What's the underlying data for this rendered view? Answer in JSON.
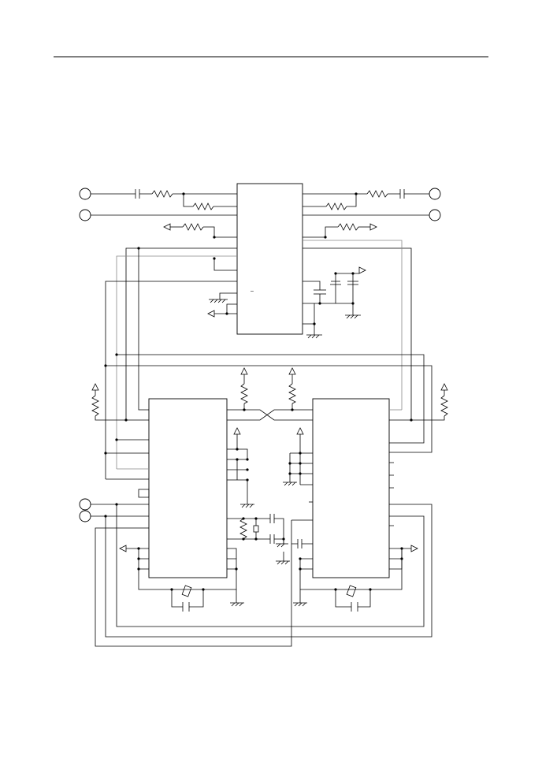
{
  "page": {
    "background": "#ffffff",
    "line_color": "#000000",
    "secondary_line_color": "#888888"
  },
  "diagram": {
    "type": "circuit-schematic",
    "components": {
      "top_ic": {
        "label": "–"
      },
      "left_ic": {
        "label": ""
      },
      "right_ic": {
        "label": ""
      },
      "terminals": [
        {
          "id": "top-left-1",
          "label": ""
        },
        {
          "id": "top-left-2",
          "label": ""
        },
        {
          "id": "top-right-1",
          "label": ""
        },
        {
          "id": "top-right-2",
          "label": ""
        },
        {
          "id": "bottom-left-1",
          "label": ""
        },
        {
          "id": "bottom-left-2",
          "label": ""
        }
      ]
    }
  }
}
